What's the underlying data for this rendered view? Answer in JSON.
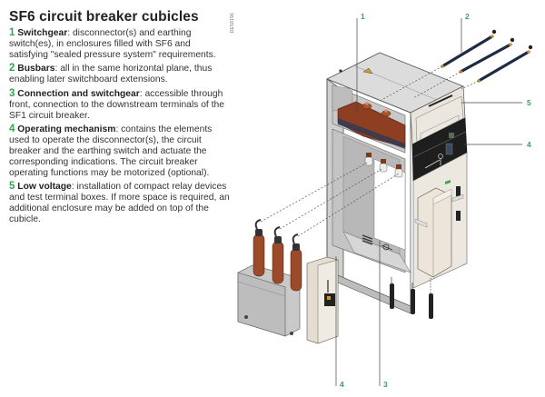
{
  "title": "SF6 circuit breaker cubicles",
  "reference_code": "DE58196",
  "items": [
    {
      "number": "1",
      "term": "Switchgear",
      "description": ": disconnector(s) and earthing switch(es), in enclosures filled with SF6 and satisfying \"sealed pressure system\" requirements."
    },
    {
      "number": "2",
      "term": "Busbars",
      "description": ": all in the same horizontal plane, thus enabling later switchboard extensions."
    },
    {
      "number": "3",
      "term": "Connection and switchgear",
      "description": ": accessible through front, connection to the downstream terminals of the SF1 circuit breaker."
    },
    {
      "number": "4",
      "term": "Operating mechanism",
      "description": ": contains the elements used to operate the disconnector(s), the circuit breaker and the earthing switch and actuate the corresponding indications. The circuit breaker operating functions may be motorized (optional)."
    },
    {
      "number": "5",
      "term": "Low voltage",
      "description": ": installation of compact relay devices and test terminal boxes. If more space is required, an additional enclosure may be added on top of the cubicle."
    }
  ],
  "callouts": {
    "c1": "1",
    "c2": "2",
    "c3": "3",
    "c4_top": "4",
    "c4_bottom": "4",
    "c5": "5"
  },
  "colors": {
    "accent_number": "#2fa84f",
    "enclosure_grey": "#d9d9d9",
    "porcelain_brown": "#9b4a2a",
    "mechanism_black": "#1e1e1e",
    "lv_cream": "#ebe5da",
    "busbar_navy": "#1f2a44"
  }
}
